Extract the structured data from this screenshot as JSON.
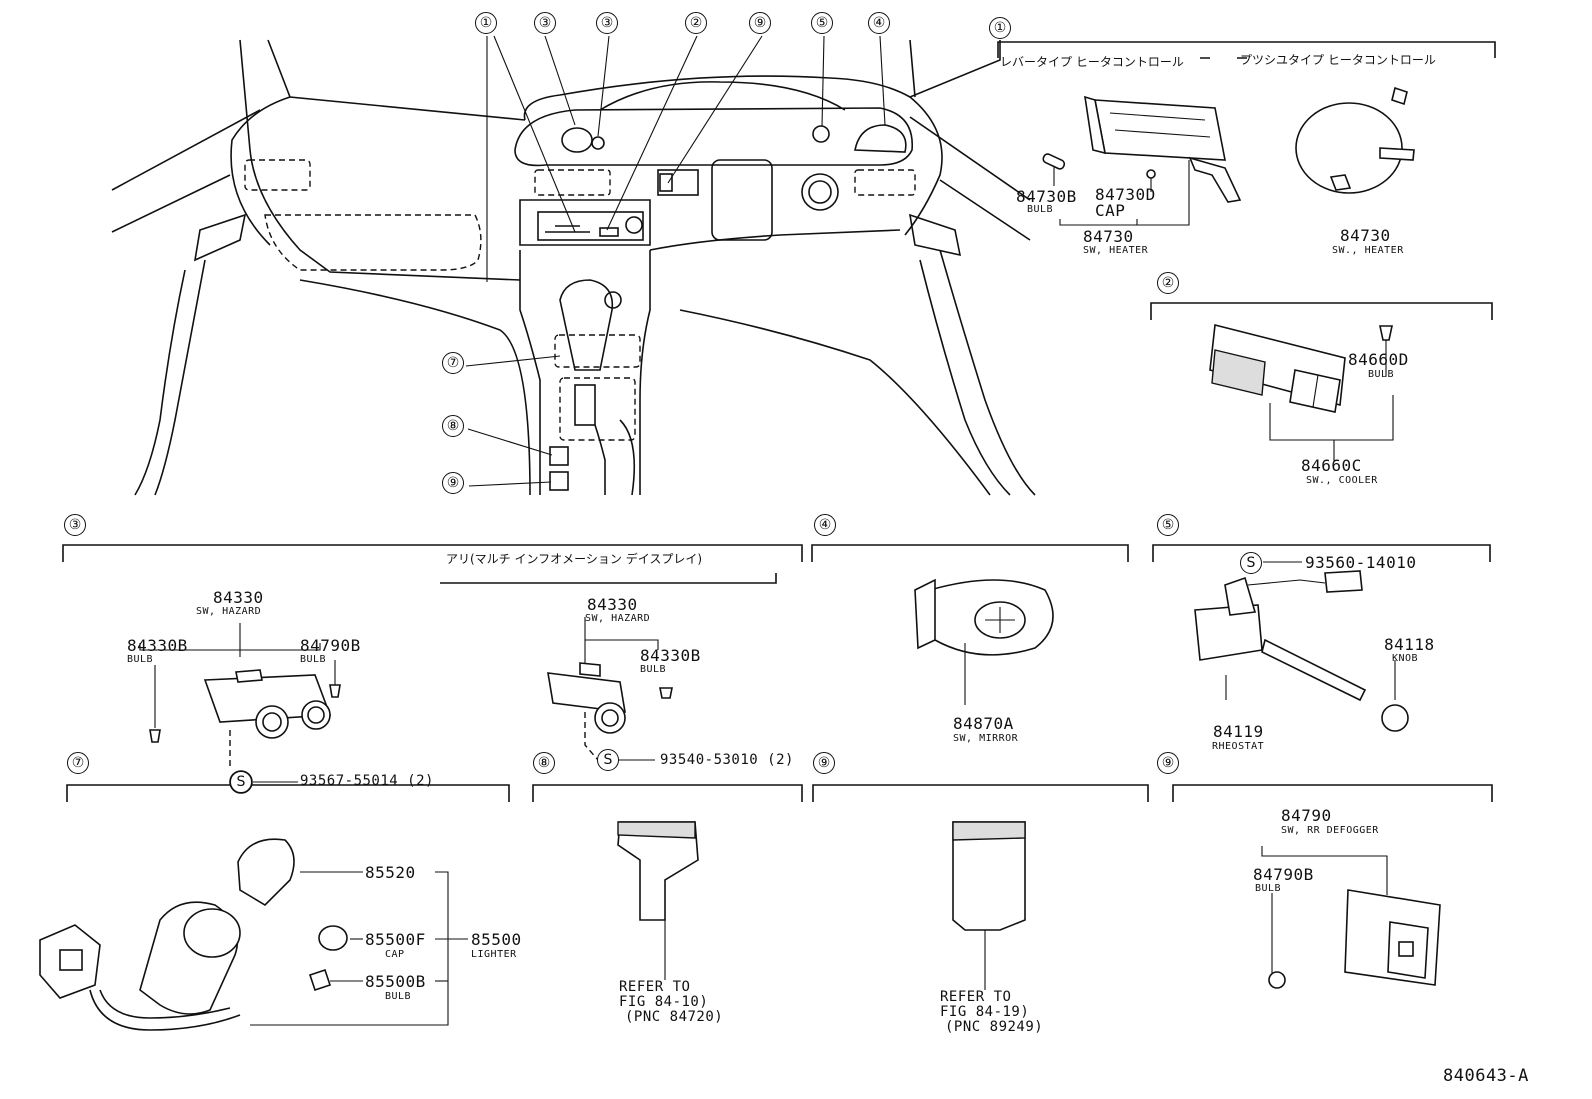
{
  "figure_code": "840643-A",
  "refs": [
    "①",
    "②",
    "③",
    "④",
    "⑤",
    "⑦",
    "⑧",
    "⑨",
    "S"
  ],
  "sec1": {
    "jp_left": "レバータイプ ヒータコントロール",
    "jp_right": "プツシユタイプ ヒータコントロール",
    "p1": "84730B",
    "p1s": "BULB",
    "p2": "84730D",
    "p2s": "CAP",
    "p3": "84730",
    "p3s": "SW, HEATER",
    "p4": "84730",
    "p4s": "SW., HEATER"
  },
  "sec2": {
    "p1": "84660D",
    "p1s": "BULB",
    "p2": "84660C",
    "p2s": "SW., COOLER"
  },
  "sec3": {
    "jp": "アリ(マルチ インフオメーション デイスプレイ)",
    "a1": "84330",
    "a1s": "SW, HAZARD",
    "a2": "84330B",
    "a2s": "BULB",
    "a3": "84790B",
    "a3s": "BULB",
    "a4": "93567-55014 (2)",
    "b1": "84330",
    "b1s": "SW, HAZARD",
    "b2": "84330B",
    "b2s": "BULB",
    "b3": "93540-53010 (2)"
  },
  "sec4": {
    "p1": "84870A",
    "p1s": "SW, MIRROR"
  },
  "sec5": {
    "p1": "93560-14010",
    "p2": "84118",
    "p2s": "KNOB",
    "p3": "84119",
    "p3s": "RHEOSTAT"
  },
  "sec7": {
    "p1": "85520",
    "p2": "85500F",
    "p2s": "CAP",
    "p3": "85500",
    "p3s": "LIGHTER",
    "p4": "85500B",
    "p4s": "BULB"
  },
  "sec8": {
    "r1": "REFER TO",
    "r2": "FIG 84-10)",
    "r3": "(PNC 84720)"
  },
  "sec9a": {
    "r1": "REFER TO",
    "r2": "FIG 84-19)",
    "r3": "(PNC 89249)"
  },
  "sec9b": {
    "p1": "84790",
    "p1s": "SW, RR DEFOGGER",
    "p2": "84790B",
    "p2s": "BULB"
  }
}
